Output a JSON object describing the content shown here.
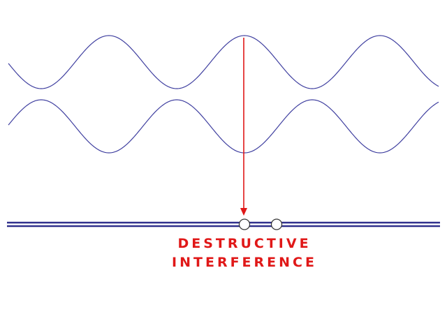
{
  "diagram": {
    "caption_line_1": "DESTRUCTIVE",
    "caption_line_2": "INTERFERENCE",
    "colors": {
      "wave": "#4040a0",
      "arrow": "#e01818",
      "caption": "#e01818",
      "baseline": "#30308c",
      "marker_fill": "#ffffff",
      "marker_stroke": "#333333"
    },
    "waves": [
      {
        "name": "wave-top",
        "phase": "crest-at-arrow"
      },
      {
        "name": "wave-bottom",
        "phase": "trough-at-arrow"
      }
    ],
    "markers": 2,
    "icons": {
      "arrow": "down-arrow-icon",
      "marker": "circle-marker-icon"
    }
  }
}
